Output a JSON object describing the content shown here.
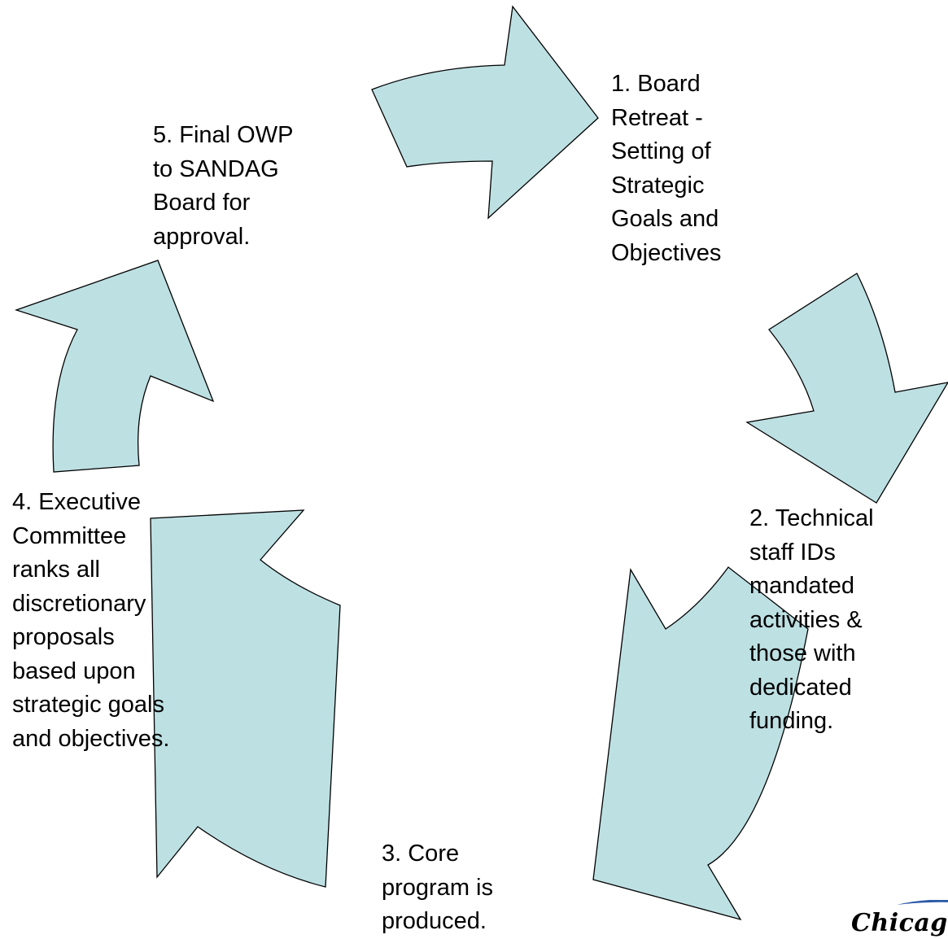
{
  "diagram": {
    "fill_color": "#bde0e3",
    "stroke_color": "#000000",
    "steps": [
      {
        "label": "1. Board\nRetreat -\nSetting of\nStrategic\nGoals and\nObjectives"
      },
      {
        "label": "2. Technical\nstaff IDs\nmandated\nactivities &\nthose with\ndedicated\nfunding."
      },
      {
        "label": "3. Core\nprogram is\nproduced."
      },
      {
        "label": "4. Executive\nCommittee\nranks all\ndiscretionary\nproposals\nbased upon\nstrategic goals\nand objectives."
      },
      {
        "label": "5. Final OWP\nto SANDAG\nBoard for\napproval."
      }
    ]
  },
  "logo": {
    "text": "Chicago",
    "accent_color": "#2b5aa8"
  }
}
